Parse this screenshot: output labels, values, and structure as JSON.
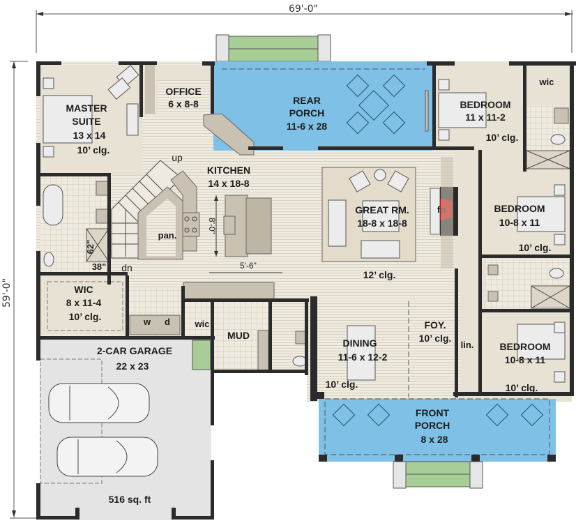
{
  "plan": {
    "overall_width": "69'-0\"",
    "overall_depth": "59'-0\"",
    "colors": {
      "wall": "#2b2b2b",
      "floor": "#e8e2d4",
      "porch": "#7fc0e6",
      "garage": "#e4e4e4",
      "steps": "#a9cd96",
      "fireplace": "#e00000"
    },
    "rooms": {
      "master_suite": {
        "name_line1": "MASTER",
        "name_line2": "SUITE",
        "size": "13 x 14",
        "ceiling": "10’ clg."
      },
      "office": {
        "name": "OFFICE",
        "size": "6 x 8-8"
      },
      "rear_porch": {
        "name_line1": "REAR",
        "name_line2": "PORCH",
        "size": "11-6 x 28"
      },
      "bedroom_1": {
        "name": "BEDROOM",
        "size": "11 x 11-2",
        "ceiling": "10’ clg."
      },
      "wic_bed1": {
        "name": "wic"
      },
      "kitchen": {
        "name": "KITCHEN",
        "size": "14 x 18-8",
        "island_length": "8'-0\"",
        "island_width": "5'-6\""
      },
      "stairs": {
        "up": "up",
        "down": "dn"
      },
      "pantry": {
        "name": "pan."
      },
      "great_room": {
        "name": "GREAT RM.",
        "size": "18-8 x 18-8",
        "ceiling": "12’ clg."
      },
      "fireplace": {
        "name": "fp"
      },
      "bedroom_2": {
        "name": "BEDROOM",
        "size": "10-8 x 11",
        "ceiling": "10’ clg."
      },
      "master_bath": {
        "shower_depth": "62\"",
        "shower_width": "38\""
      },
      "master_wic": {
        "name": "WIC",
        "size": "8 x 11-4",
        "ceiling": "10’ clg."
      },
      "laundry": {
        "washer": "w",
        "dryer": "d"
      },
      "mud_wic": {
        "name": "wic"
      },
      "mud": {
        "name": "MUD"
      },
      "dining": {
        "name": "DINING",
        "size": "11-6 x 12-2",
        "ceiling": "10’ clg."
      },
      "foyer": {
        "name": "FOY.",
        "ceiling": "10’ clg."
      },
      "linen": {
        "name": "lin."
      },
      "bedroom_3": {
        "name": "BEDROOM",
        "size": "10-8 x 11",
        "ceiling": "10’ clg."
      },
      "garage": {
        "name": "2-CAR GARAGE",
        "size": "22 x 23",
        "area": "516 sq. ft"
      },
      "front_porch": {
        "name_line1": "FRONT",
        "name_line2": "PORCH",
        "size": "8 x 28"
      }
    }
  }
}
